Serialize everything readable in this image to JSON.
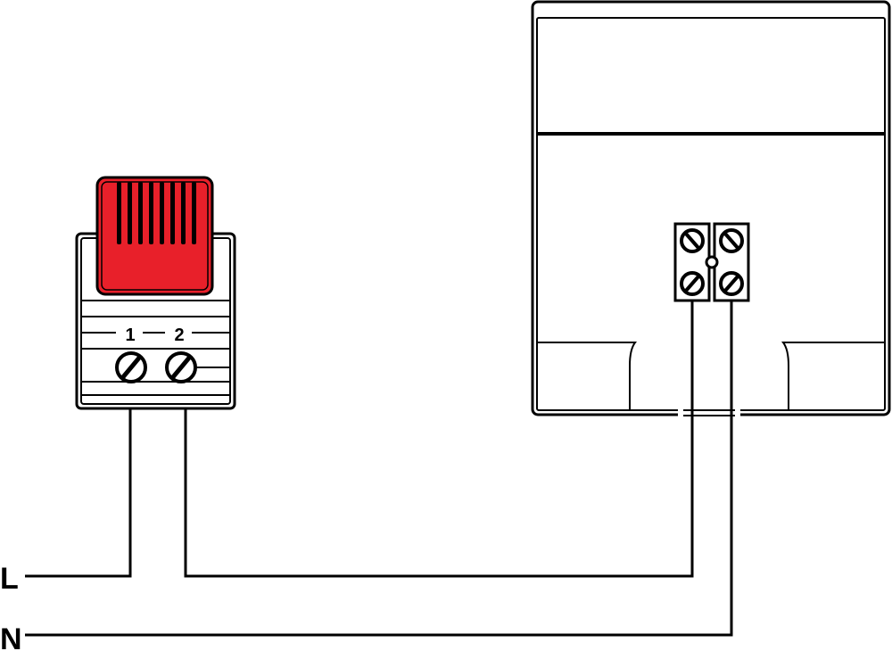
{
  "terminal_labels": {
    "t1": "1",
    "t2": "2"
  },
  "supply_labels": {
    "line": "L",
    "neutral": "N"
  },
  "colors": {
    "thermostat_knob": "#e8202a",
    "line": "#000000",
    "background": "#ffffff"
  },
  "icons": {
    "screw": "screw-terminal-icon"
  }
}
